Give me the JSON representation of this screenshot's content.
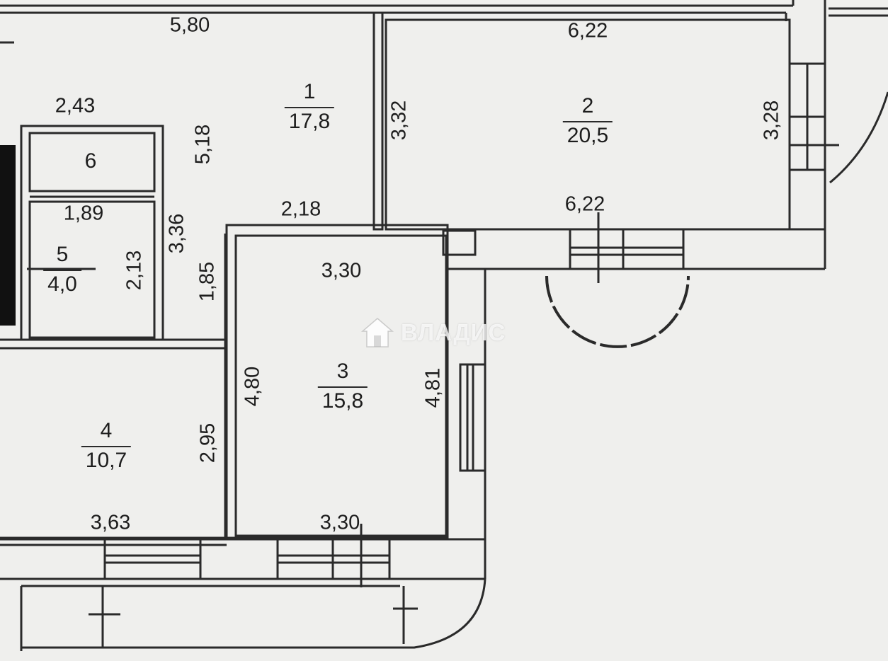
{
  "watermark": {
    "text": "ВЛАДИС",
    "icon": "house-logo-icon"
  },
  "rooms": [
    {
      "id": "room-1",
      "number": "1",
      "area": "17,8"
    },
    {
      "id": "room-2",
      "number": "2",
      "area": "20,5"
    },
    {
      "id": "room-3",
      "number": "3",
      "area": "15,8"
    },
    {
      "id": "room-4",
      "number": "4",
      "area": "10,7"
    },
    {
      "id": "room-5",
      "number": "5",
      "area": "4,0"
    },
    {
      "id": "room-6",
      "number": "6",
      "area": ""
    }
  ],
  "dimensions": {
    "room1_top": "5,80",
    "room1_mid": "2,43",
    "room1_side": "5,18",
    "room1_bottom": "2,18",
    "room1_right": "3,32",
    "room2_top": "6,22",
    "room2_bottom": "6,22",
    "room2_right": "3,28",
    "room3_top": "3,30",
    "room3_bottom": "3,30",
    "room3_left": "4,80",
    "room3_right": "4,81",
    "room4_bottom": "3,63",
    "room4_right": "2,95",
    "room5_top": "1,89",
    "room5_side": "2,13",
    "corridor_side": "3,36",
    "corridor_width": "1,85"
  },
  "colors": {
    "paper": "#efefed",
    "ink": "#2a2a2a"
  }
}
